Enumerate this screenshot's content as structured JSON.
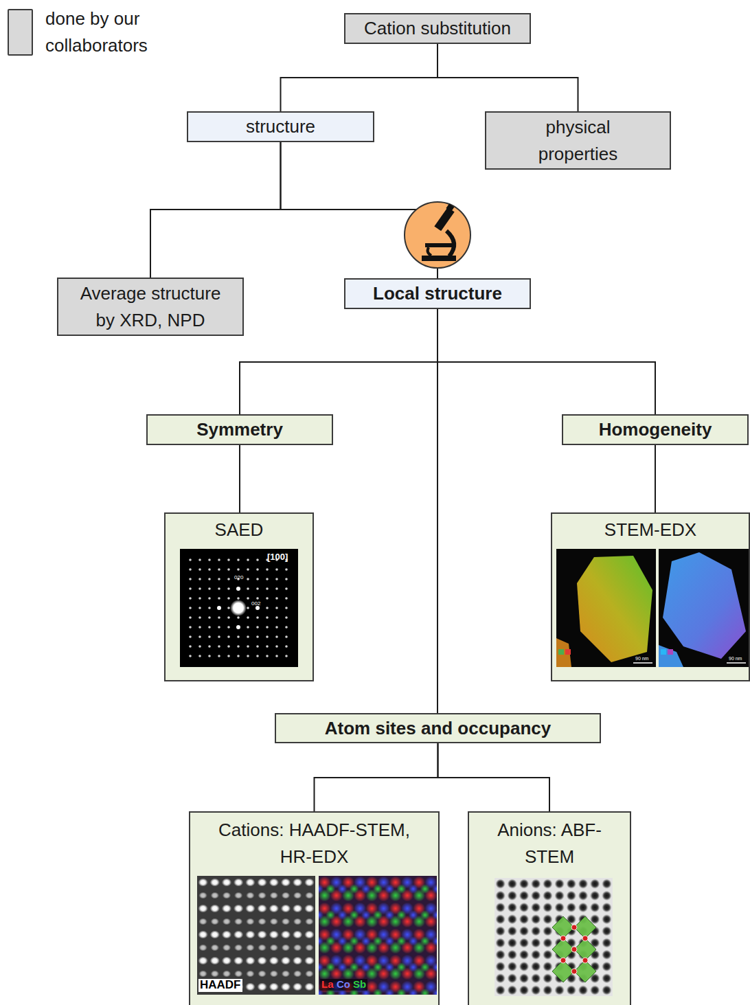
{
  "diagram": {
    "nodes": [
      {
        "text": [
          "Cation substitution"
        ]
      },
      {
        "text": [
          "structure"
        ]
      },
      {
        "text": [
          "physical properties"
        ]
      },
      {
        "text": [
          "Average structure by XRD, NPD"
        ]
      },
      {
        "text": [
          "Local structure"
        ]
      },
      {
        "text": [
          "Symmetry"
        ]
      },
      {
        "text": [
          "Homogeneity"
        ]
      },
      {
        "text": [
          "SAED"
        ]
      },
      {
        "text": [
          "STEM-EDX"
        ]
      },
      {
        "text": [
          "Atom sites and occupancy"
        ]
      },
      {
        "text": [
          "Cations: HAADF-STEM, HR-EDX"
        ]
      },
      {
        "text": [
          "Anions: ABF-STEM"
        ]
      }
    ],
    "edges": [
      {
        "from": 0,
        "to": 1,
        "arrow": "none"
      },
      {
        "from": 0,
        "to": 2,
        "arrow": "none"
      },
      {
        "from": 1,
        "to": 3,
        "arrow": "none"
      },
      {
        "from": 1,
        "to": 4,
        "arrow": "none"
      },
      {
        "from": 4,
        "to": 5,
        "arrow": "none"
      },
      {
        "from": 4,
        "to": 6,
        "arrow": "none"
      },
      {
        "from": 4,
        "to": 9,
        "arrow": "none"
      },
      {
        "from": 5,
        "to": 7,
        "arrow": "none"
      },
      {
        "from": 6,
        "to": 8,
        "arrow": "none"
      },
      {
        "from": 9,
        "to": 10,
        "arrow": "none"
      },
      {
        "from": 9,
        "to": 11,
        "arrow": "none"
      }
    ],
    "labels": [
      "[100]",
      "020",
      "002",
      "90 nm",
      "90 nm",
      "HAADF",
      "La",
      "Co",
      "Sb"
    ],
    "legend": [
      {
        "text": "done by our collaborators",
        "color": "#d9d9d9"
      }
    ]
  }
}
